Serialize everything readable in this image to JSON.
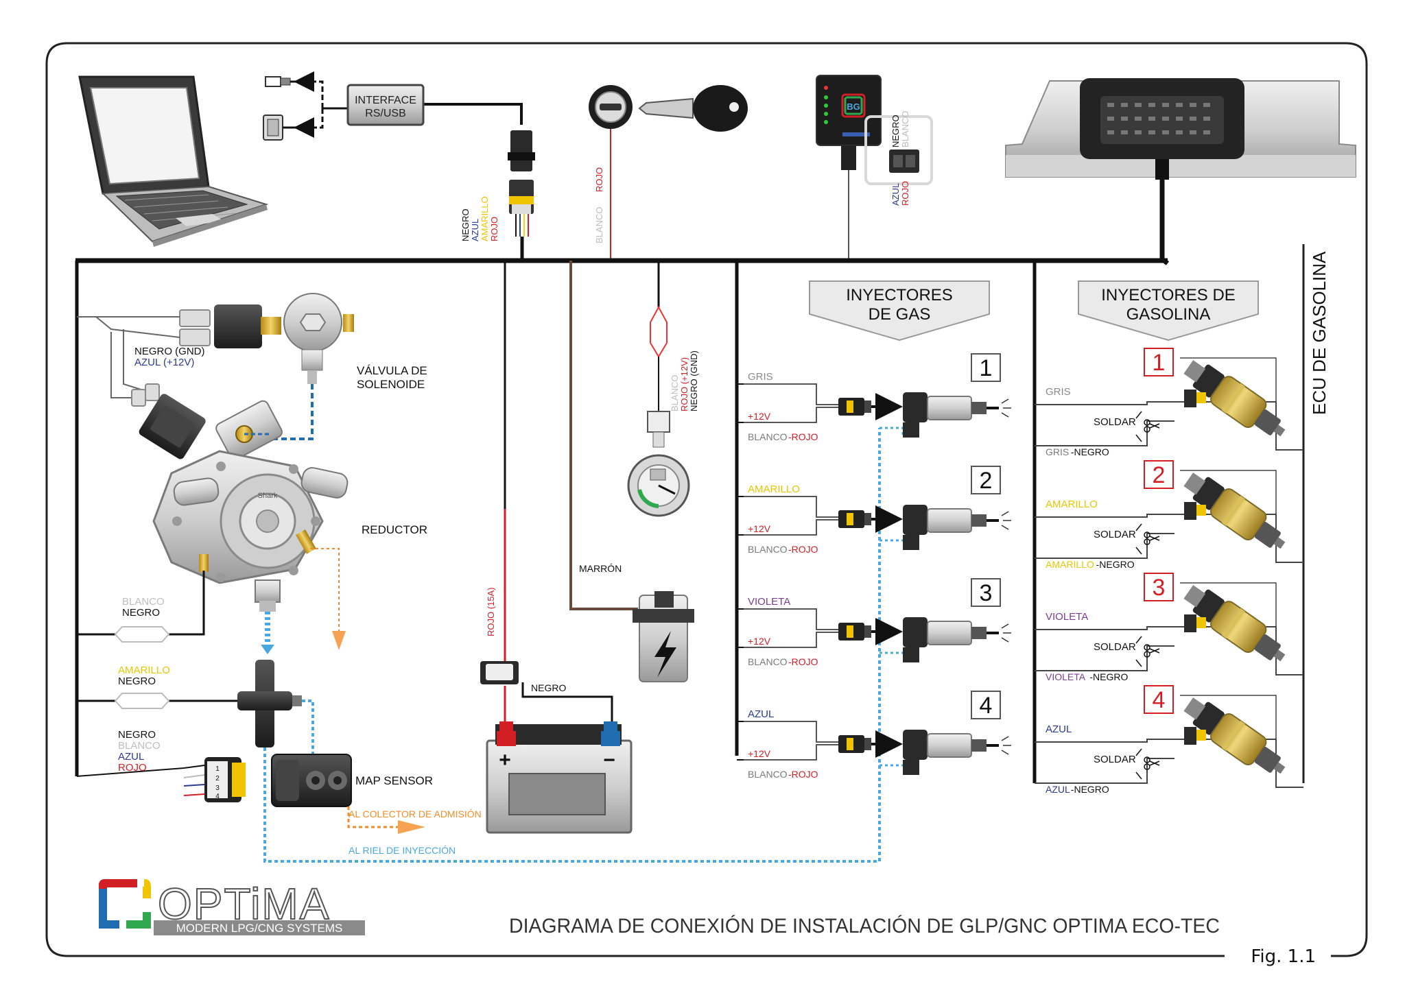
{
  "title": "DIAGRAMA DE CONEXIÓN DE INSTALACIÓN DE GLP/GNC OPTIMA ECO-TEC",
  "fig": "Fig. 1.1",
  "logo": {
    "brand": "OPTiMA",
    "tagline": "MODERN LPG/CNG SYSTEMS"
  },
  "colors": {
    "wire": "#111111",
    "red": "#d21f26",
    "yellow": "#f5d600",
    "blue": "#2b3a8f",
    "white_wire": "#bfbfbf",
    "brown": "#6b4a3a",
    "orange": "#f28c28",
    "light_blue": "#4aa8e0",
    "grey": "#8a8a8a",
    "violet": "#7a3e8c"
  },
  "interface": {
    "line1": "INTERFACE",
    "line2": "RS/USB"
  },
  "interface_wires": [
    "NEGRO",
    "AZUL",
    "AMARILLO",
    "ROJO"
  ],
  "ignition": {
    "wire_white": "BLANCO",
    "wire_red": "ROJO"
  },
  "switch_wires": {
    "top": [
      "NEGRO",
      "BLANCO"
    ],
    "bottom": [
      "AZUL",
      "ROJO"
    ]
  },
  "ecu": {
    "label": "ECU DE GASOLINA"
  },
  "temp_sensor_wires": [
    "BLANCO",
    "ROJO (+12V)",
    "NEGRO (GND)"
  ],
  "solenoid": {
    "label1": "VÁLVULA DE",
    "label2": "SOLENOIDE",
    "wire1": "NEGRO (GND)",
    "wire2": "AZUL (+12V)"
  },
  "reducer": {
    "label": "REDUCTOR",
    "wire1": "BLANCO",
    "wire2": "NEGRO"
  },
  "pressure": {
    "wire1": "AMARILLO",
    "wire2": "NEGRO"
  },
  "map_sensor": {
    "label": "MAP SENSOR",
    "wires": [
      "NEGRO",
      "BLANCO",
      "AZUL",
      "ROJO"
    ]
  },
  "pipes": {
    "manifold": "AL COLECTOR DE ADMISIÓN",
    "rail": "AL RIEL DE INYECCIÓN"
  },
  "battery": {
    "fuse_wire": "ROJO (15A)",
    "ground_wire": "NEGRO"
  },
  "coil": {
    "wire": "MARRÓN"
  },
  "gas_injectors": {
    "header1": "INYECTORES",
    "header2": "DE GAS",
    "items": [
      {
        "num": "1",
        "color_name": "GRIS",
        "plus": "+12V",
        "ret_a": "BLANCO",
        "ret_b": "-ROJO"
      },
      {
        "num": "2",
        "color_name": "AMARILLO",
        "plus": "+12V",
        "ret_a": "BLANCO",
        "ret_b": "-ROJO"
      },
      {
        "num": "3",
        "color_name": "VIOLETA",
        "plus": "+12V",
        "ret_a": "BLANCO",
        "ret_b": "-ROJO"
      },
      {
        "num": "4",
        "color_name": "AZUL",
        "plus": "+12V",
        "ret_a": "BLANCO",
        "ret_b": "-ROJO"
      }
    ]
  },
  "petrol_injectors": {
    "header1": "INYECTORES DE",
    "header2": "GASOLINA",
    "solder": "SOLDAR",
    "items": [
      {
        "num": "1",
        "color_name": "GRIS",
        "ret_a": "GRIS",
        "ret_b": "-NEGRO"
      },
      {
        "num": "2",
        "color_name": "AMARILLO",
        "ret_a": "AMARILLO",
        "ret_b": "-NEGRO"
      },
      {
        "num": "3",
        "color_name": "VIOLETA",
        "ret_a": "VIOLETA",
        "ret_b": "-NEGRO"
      },
      {
        "num": "4",
        "color_name": "AZUL",
        "ret_a": "AZUL",
        "ret_b": "-NEGRO"
      }
    ]
  }
}
